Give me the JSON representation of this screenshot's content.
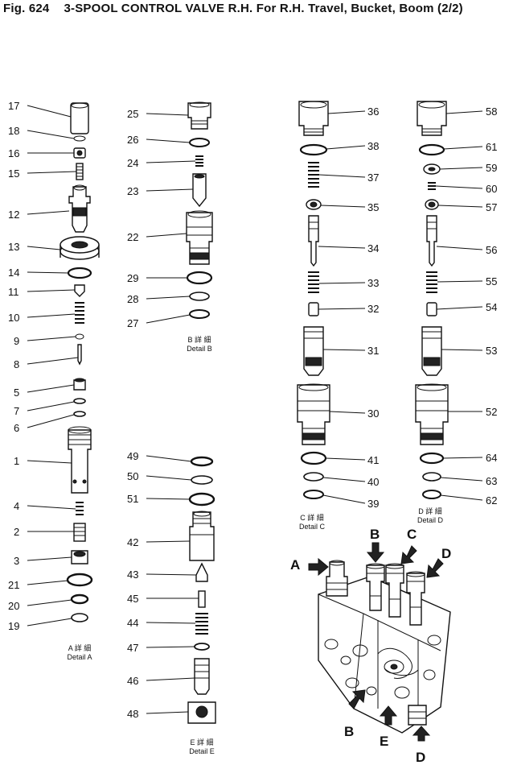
{
  "figure": {
    "number": "Fig. 624",
    "title": "3-SPOOL CONTROL VALVE R.H. For R.H. Travel, Bucket, Boom (2/2)"
  },
  "details": {
    "A": {
      "jp": "A 詳 細",
      "label": "Detail A"
    },
    "B": {
      "jp": "B 詳 細",
      "label": "Detail B"
    },
    "C": {
      "jp": "C 詳 細",
      "label": "Detail C"
    },
    "D": {
      "jp": "D 詳 細",
      "label": "Detail D"
    },
    "E": {
      "jp": "E 詳 細",
      "label": "Detail E"
    }
  },
  "callouts": {
    "c1": "1",
    "c2": "2",
    "c3": "3",
    "c4": "4",
    "c5": "5",
    "c6": "6",
    "c7": "7",
    "c8": "8",
    "c9": "9",
    "c10": "10",
    "c11": "11",
    "c12": "12",
    "c13": "13",
    "c14": "14",
    "c15": "15",
    "c16": "16",
    "c17": "17",
    "c18": "18",
    "c19": "19",
    "c20": "20",
    "c21": "21",
    "c22": "22",
    "c23": "23",
    "c24": "24",
    "c25": "25",
    "c26": "26",
    "c27": "27",
    "c28": "28",
    "c29": "29",
    "c30": "30",
    "c31": "31",
    "c32": "32",
    "c33": "33",
    "c34": "34",
    "c35": "35",
    "c36": "36",
    "c37": "37",
    "c38": "38",
    "c39": "39",
    "c40": "40",
    "c41": "41",
    "c42": "42",
    "c43": "43",
    "c44": "44",
    "c45": "45",
    "c46": "46",
    "c47": "47",
    "c48": "48",
    "c49": "49",
    "c50": "50",
    "c51": "51",
    "c52": "52",
    "c53": "53",
    "c54": "54",
    "c55": "55",
    "c56": "56",
    "c57": "57",
    "c58": "58",
    "c59": "59",
    "c60": "60",
    "c61": "61",
    "c62": "62",
    "c63": "63",
    "c64": "64"
  },
  "assembly_markers": {
    "A": "A",
    "B_top": "B",
    "C": "C",
    "D_top": "D",
    "B_bottom": "B",
    "E": "E",
    "D_bottom": "D"
  }
}
